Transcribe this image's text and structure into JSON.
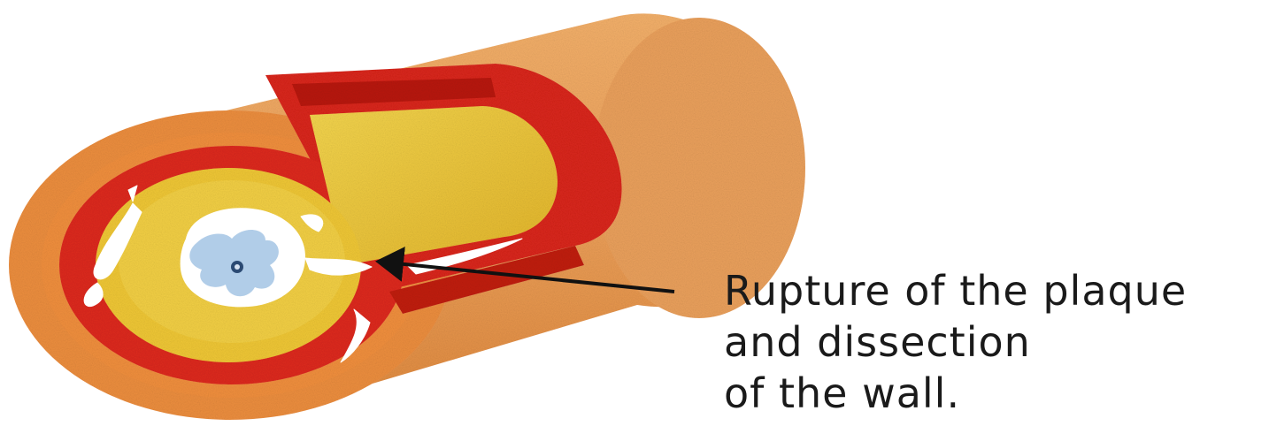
{
  "caption": {
    "lines": [
      "Rupture of the plaque",
      "and dissection",
      "of the wall."
    ]
  },
  "colors": {
    "outer_wall": "#e9964a",
    "outer_wall_light": "#f4b774",
    "outer_wall_dark": "#d9792f",
    "media": "#df2b20",
    "media_dark": "#b91c14",
    "plaque": "#f1cb3a",
    "plaque_dark": "#d8a91c",
    "lumen": "#ffffff",
    "thrombus": "#a9c8e6",
    "arrow": "#111111"
  },
  "icons": {
    "artery": "artery-cross-section-illustration",
    "arrow": "pointer-arrow"
  }
}
